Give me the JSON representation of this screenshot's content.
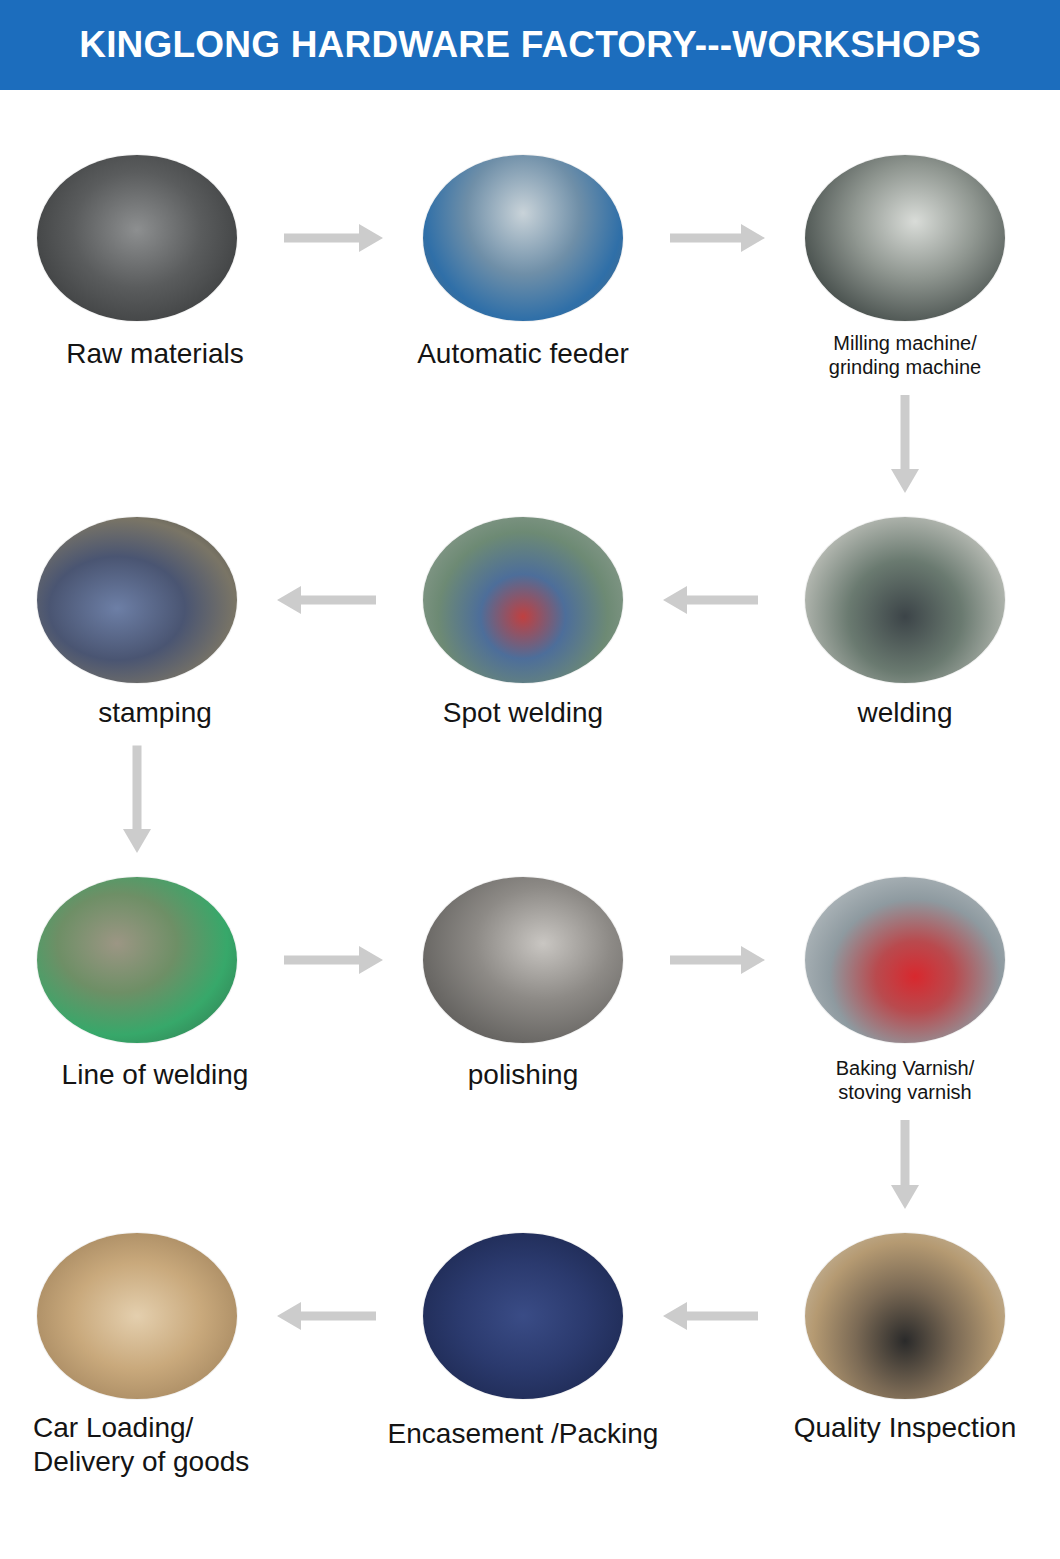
{
  "diagram": {
    "title": "KINGLONG HARDWARE FACTORY---WORKSHOPS",
    "nodes": [
      {
        "text": [
          "Raw materials"
        ]
      },
      {
        "text": [
          "Automatic feeder"
        ]
      },
      {
        "text": [
          "Milling machine/ grinding machine"
        ]
      },
      {
        "text": [
          "stamping"
        ]
      },
      {
        "text": [
          "Spot welding"
        ]
      },
      {
        "text": [
          "welding"
        ]
      },
      {
        "text": [
          "Line of welding"
        ]
      },
      {
        "text": [
          "polishing"
        ]
      },
      {
        "text": [
          "Baking Varnish/ stoving varnish"
        ]
      },
      {
        "text": [
          "Car Loading/ Delivery of goods"
        ]
      },
      {
        "text": [
          "Encasement /Packing"
        ]
      },
      {
        "text": [
          "Quality Inspection"
        ]
      }
    ],
    "edges": [
      {
        "from": 0,
        "to": 1,
        "arrow": "to"
      },
      {
        "from": 1,
        "to": 2,
        "arrow": "to"
      },
      {
        "from": 2,
        "to": 5,
        "arrow": "to"
      },
      {
        "from": 5,
        "to": 4,
        "arrow": "to"
      },
      {
        "from": 4,
        "to": 3,
        "arrow": "to"
      },
      {
        "from": 3,
        "to": 6,
        "arrow": "to"
      },
      {
        "from": 6,
        "to": 7,
        "arrow": "to"
      },
      {
        "from": 7,
        "to": 8,
        "arrow": "to"
      },
      {
        "from": 8,
        "to": 11,
        "arrow": "to"
      },
      {
        "from": 11,
        "to": 10,
        "arrow": "to"
      },
      {
        "from": 10,
        "to": 9,
        "arrow": "to"
      }
    ]
  }
}
